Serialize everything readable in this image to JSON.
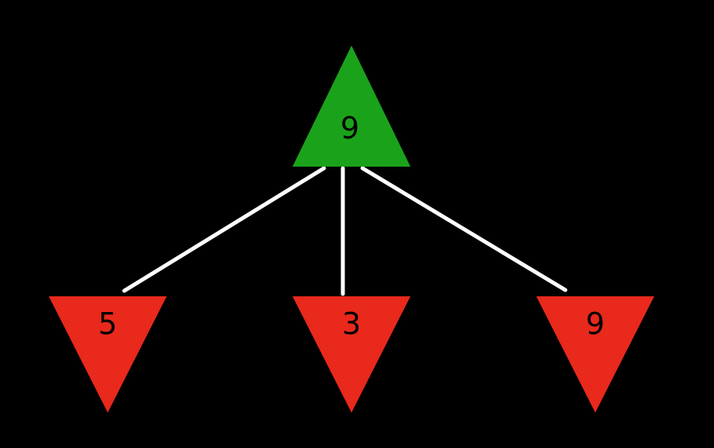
{
  "diagram": {
    "type": "tree",
    "description": "Game-tree style diagram: one green upward triangle root connected to three red downward triangle leaves",
    "background_color": "#000000",
    "edge_color": "#ffffff",
    "root": {
      "value": "9",
      "shape": "triangle-up",
      "color": "#1aa31a"
    },
    "leaves": [
      {
        "value": "5",
        "shape": "triangle-down",
        "color": "#e8291c"
      },
      {
        "value": "3",
        "shape": "triangle-down",
        "color": "#e8291c"
      },
      {
        "value": "9",
        "shape": "triangle-down",
        "color": "#e8291c"
      }
    ]
  }
}
